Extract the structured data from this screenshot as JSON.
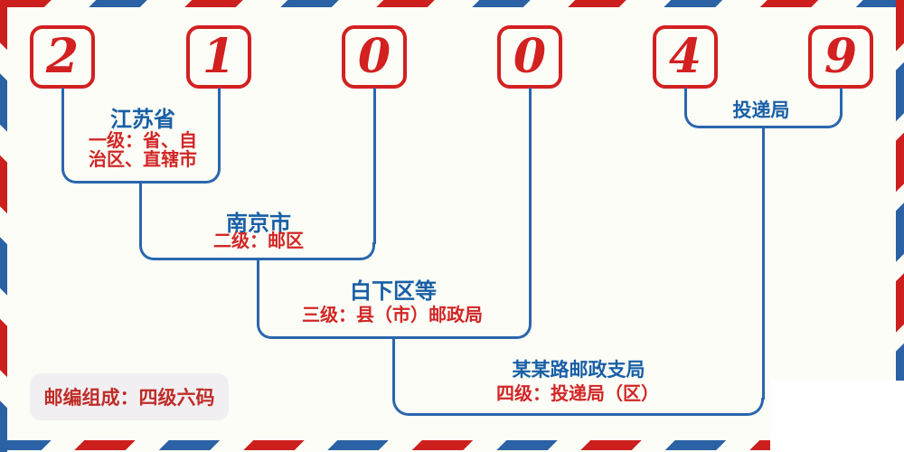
{
  "postal_code": {
    "digits": [
      "2",
      "1",
      "0",
      "0",
      "4",
      "9"
    ]
  },
  "levels": [
    {
      "name": "江苏省",
      "desc_lines": [
        "一级：省、自",
        "治区、直辖市"
      ]
    },
    {
      "name": "南京市",
      "desc_lines": [
        "二级：邮区"
      ]
    },
    {
      "name": "白下区等",
      "desc_lines": [
        "三级：县（市）邮政局"
      ]
    },
    {
      "name": "某某路邮政支局",
      "desc_lines": [
        "四级：投递局（区）"
      ]
    },
    {
      "name": "投递局",
      "desc_lines": []
    }
  ],
  "footer": {
    "badge_label": "邮编组成：四级六码"
  },
  "colors": {
    "background": "#fbfdf6",
    "digit_red": "#d32020",
    "line_blue": "#2a66ae",
    "name_blue": "#1a5fa6",
    "desc_red": "#d22626",
    "stripe_red": "#cc1f1e",
    "stripe_blue": "#2b61a5",
    "badge_bg": "#f2eff3",
    "badge_text": "#bf2c26"
  }
}
